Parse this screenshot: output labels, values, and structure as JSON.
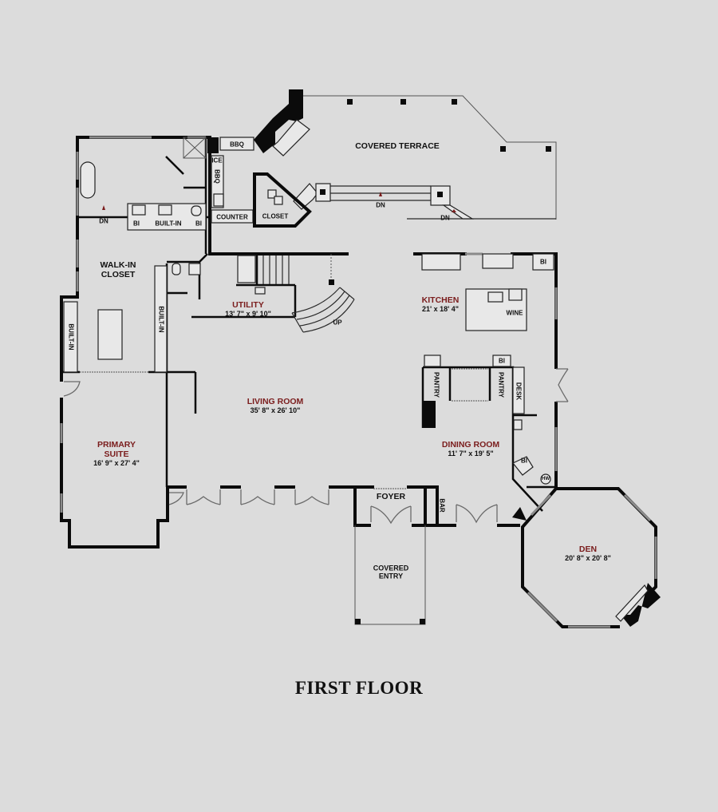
{
  "plan": {
    "title": "FIRST FLOOR",
    "rooms": {
      "covered_terrace": {
        "name": "COVERED TERRACE"
      },
      "walk_in_closet": {
        "name": "WALK-IN CLOSET",
        "line1": "WALK-IN",
        "line2": "CLOSET"
      },
      "utility": {
        "name": "UTILITY",
        "dims": "13' 7\" x 9' 10\""
      },
      "kitchen": {
        "name": "KITCHEN",
        "dims": "21' x 18' 4\""
      },
      "living_room": {
        "name": "LIVING ROOM",
        "dims": "35' 8\" x 26' 10\""
      },
      "primary_suite": {
        "name": "PRIMARY SUITE",
        "line1": "PRIMARY",
        "line2": "SUITE",
        "dims": "16' 9\" x 27' 4\""
      },
      "dining_room": {
        "name": "DINING ROOM",
        "dims": "11' 7\" x 19' 5\""
      },
      "foyer": {
        "name": "FOYER"
      },
      "covered_entry": {
        "name": "COVERED ENTRY",
        "line1": "COVERED",
        "line2": "ENTRY"
      },
      "den": {
        "name": "DEN",
        "dims": "20' 8\" x 20' 8\""
      }
    },
    "fixtures": {
      "bbq_top": "BBQ",
      "ice": "ICE",
      "bbq_side": "BBQ",
      "counter": "COUNTER",
      "closet": "CLOSET",
      "dn_terrace": "DN",
      "dn_terrace_steps": "DN",
      "dn_bath": "DN",
      "bi_left": "BI",
      "built_in_bath": "BUILT-IN",
      "bi_right": "BI",
      "built_in_closet_left": "BUILT-IN",
      "built_in_closet_right": "BUILT-IN",
      "up": "UP",
      "bi_kitchen": "BI",
      "wine": "WINE",
      "pantry_left": "PANTRY",
      "pantry_right": "PANTRY",
      "bi_pantry": "BI",
      "desk": "DESK",
      "bi_dining": "BI",
      "hw": "HW",
      "bar": "BAR"
    },
    "colors": {
      "background": "#dcdcdc",
      "walls": "#0b0b0b",
      "room_name_accent": "#7a1c1c",
      "windows": "#8a8a8a"
    }
  }
}
